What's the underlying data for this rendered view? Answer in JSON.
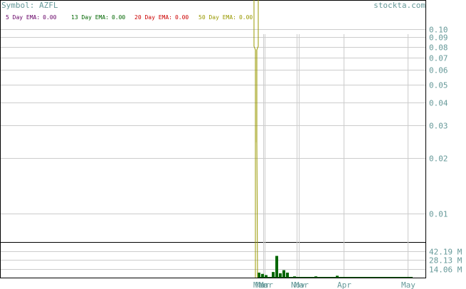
{
  "header": {
    "symbol_label": "Symbol: AZFL",
    "watermark": "stockta.com"
  },
  "legend": [
    {
      "label": "5 Day EMA:",
      "value": "0.00",
      "color": "#660066"
    },
    {
      "label": "13 Day EMA:",
      "value": "0.00",
      "color": "#006600"
    },
    {
      "label": "20 Day EMA:",
      "value": "0.00",
      "color": "#cc0000"
    },
    {
      "label": "50 Day EMA:",
      "value": "0.00",
      "color": "#999900"
    }
  ],
  "colors": {
    "price_line": "#999900",
    "volume_bar": "#006600",
    "axis_text": "#669999",
    "watermark": "#669999",
    "symbol_text": "#669999",
    "grid": "#cccccc",
    "frame": "#000000"
  },
  "chart_data": [
    {
      "type": "line",
      "title": "Symbol: AZFL",
      "y_scale": "log",
      "ylim": [
        0.007,
        0.13
      ],
      "y_ticks": [
        0.1,
        0.09,
        0.08,
        0.07,
        0.06,
        0.05,
        0.04,
        0.03,
        0.02,
        0.01
      ],
      "y_tick_labels": [
        "0.10",
        "0.09",
        "0.08",
        "0.07",
        "0.06",
        "0.05",
        "0.04",
        "0.03",
        "0.02",
        "0.01"
      ],
      "x_tick_labels": [
        "Mar",
        "Mar",
        "Mar",
        "Nov",
        "Mar",
        "Apr",
        "May"
      ],
      "series": [
        {
          "name": "5 Day EMA",
          "last_value": 0.0
        },
        {
          "name": "13 Day EMA",
          "last_value": 0.0
        },
        {
          "name": "20 Day EMA",
          "last_value": 0.0
        },
        {
          "name": "50 Day EMA",
          "last_value": 0.0
        }
      ]
    },
    {
      "type": "bar",
      "title": "Volume",
      "ylim": [
        0,
        56.25
      ],
      "y_ticks": [
        42.19,
        28.13,
        14.06
      ],
      "y_tick_labels": [
        "42.19 M",
        "28.13 M",
        "14.06 M"
      ],
      "unit": "M",
      "values": [
        8,
        6,
        4,
        0,
        9,
        35,
        7,
        12,
        8,
        0,
        2,
        0,
        0,
        1,
        0,
        0,
        2,
        0,
        0,
        0,
        0,
        0,
        3
      ]
    }
  ]
}
